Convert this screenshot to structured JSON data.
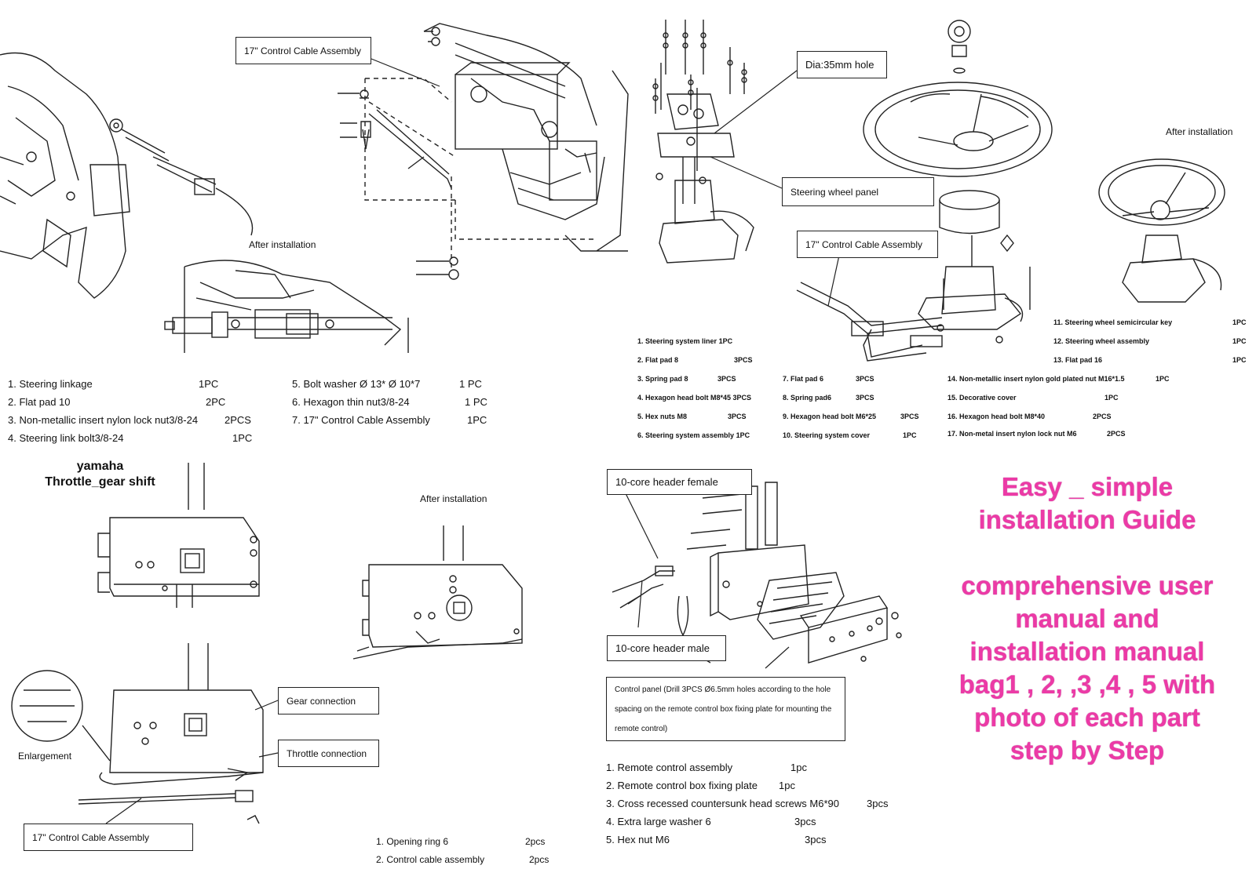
{
  "q1": {
    "callout_cable": "17\" Control Cable Assembly",
    "after_label": "After installation",
    "parts_left": [
      {
        "name": "1. Steering linkage",
        "qty": "1PC"
      },
      {
        "name": "2. Flat pad 10",
        "qty": "2PC"
      },
      {
        "name": "3. Non-metallic insert nylon lock nut3/8-24",
        "qty": "2PCS"
      },
      {
        "name": "4. Steering link bolt3/8-24",
        "qty": "1PC"
      }
    ],
    "parts_right": [
      {
        "name": "5. Bolt washer Ø 13* Ø 10*7",
        "qty": "1 PC"
      },
      {
        "name": "6. Hexagon thin nut3/8-24",
        "qty": "1 PC"
      },
      {
        "name": "7. 17\" Control Cable Assembly",
        "qty": "1PC"
      }
    ]
  },
  "q2": {
    "callout_hole": "Dia:35mm hole",
    "callout_panel": "Steering wheel panel",
    "callout_cable": "17\" Control Cable Assembly",
    "after_label": "After installation",
    "parts_col1": [
      {
        "name": "1. Steering system liner",
        "qty": "1PC"
      },
      {
        "name": "2. Flat pad 8",
        "qty": "3PCS"
      },
      {
        "name": "3. Spring pad 8",
        "qty": "3PCS"
      },
      {
        "name": "4. Hexagon head bolt M8*45 3PCS",
        "qty": ""
      },
      {
        "name": "5. Hex nuts M8",
        "qty": "3PCS"
      },
      {
        "name": "6. Steering system assembly 1PC",
        "qty": ""
      }
    ],
    "parts_col2": [
      {
        "name": "7. Flat pad 6",
        "qty": "3PCS"
      },
      {
        "name": "8. Spring pad6",
        "qty": "3PCS"
      },
      {
        "name": "9. Hexagon head bolt M6*25",
        "qty": "3PCS"
      },
      {
        "name": "10. Steering system cover",
        "qty": "1PC"
      }
    ],
    "parts_col3": [
      {
        "name": "11. Steering wheel semicircular key",
        "qty": "1PC"
      },
      {
        "name": "12. Steering wheel assembly",
        "qty": "1PC"
      },
      {
        "name": "13. Flat pad 16",
        "qty": "1PC"
      },
      {
        "name": "14. Non-metallic insert nylon gold plated nut M16*1.5",
        "qty": "1PC"
      },
      {
        "name": "15. Decorative cover",
        "qty": "1PC"
      },
      {
        "name": "16. Hexagon head bolt M8*40",
        "qty": "2PCS"
      },
      {
        "name": "17. Non-metal insert nylon lock nut M6",
        "qty": "2PCS"
      }
    ]
  },
  "q3": {
    "title_line1": "yamaha",
    "title_line2": "Throttle_gear shift",
    "after_label": "After installation",
    "enlargement": "Enlargement",
    "gear_connection": "Gear connection",
    "throttle_connection": "Throttle connection",
    "callout_cable": "17\" Control Cable Assembly",
    "parts": [
      {
        "name": "1. Opening ring 6",
        "qty": "2pcs"
      },
      {
        "name": "2. Control cable assembly",
        "qty": "2pcs"
      }
    ]
  },
  "q4": {
    "header_female": "10-core header female",
    "header_male": "10-core header male",
    "control_panel_note": "Control panel (Drill 3PCS Ø6.5mm holes according to the hole spacing on the remote control box fixing plate for mounting the remote control)",
    "parts": [
      {
        "name": "1. Remote control assembly",
        "qty": "1pc"
      },
      {
        "name": "2. Remote control box fixing plate",
        "qty": "1pc"
      },
      {
        "name": "3. Cross recessed countersunk head screws M6*90",
        "qty": "3pcs"
      },
      {
        "name": "4. Extra large washer 6",
        "qty": "3pcs"
      },
      {
        "name": "5. Hex nut M6",
        "qty": "3pcs"
      }
    ]
  },
  "promo": {
    "line1": "Easy _ simple",
    "line2": "installation  Guide",
    "line3": "comprehensive user",
    "line4": "manual and",
    "line5": "installation manual",
    "line6": "bag1 , 2, ,3 ,4 , 5  with",
    "line7": "photo of each part",
    "line8": "step by Step",
    "color": "#ec3aa6"
  }
}
